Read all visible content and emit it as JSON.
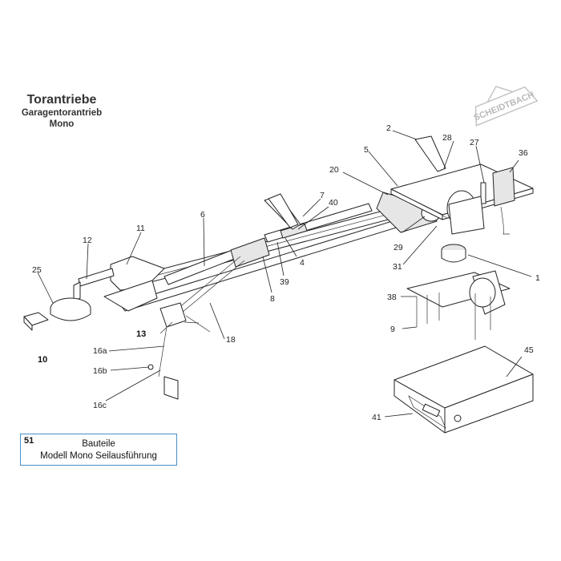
{
  "title": {
    "main": "Torantriebe",
    "line2": "Garagentorantrieb",
    "line3": "Mono"
  },
  "watermark": "SCHEIDTBACH",
  "callouts": {
    "p1": "1",
    "p2": "2",
    "p4": "4",
    "p5": "5",
    "p6": "6",
    "p7": "7",
    "p8": "8",
    "p9": "9",
    "p10": "10",
    "p11": "11",
    "p12": "12",
    "p13": "13",
    "p16a": "16a",
    "p16b": "16b",
    "p16c": "16c",
    "p18": "18",
    "p20": "20",
    "p25": "25",
    "p27": "27",
    "p28": "28",
    "p29": "29",
    "p31": "31",
    "p36": "36",
    "p38": "38",
    "p39": "39",
    "p40": "40",
    "p41": "41",
    "p45": "45"
  },
  "caption": {
    "number": "51",
    "line1": "Bauteile",
    "line2": "Modell Mono Seilausführung"
  }
}
